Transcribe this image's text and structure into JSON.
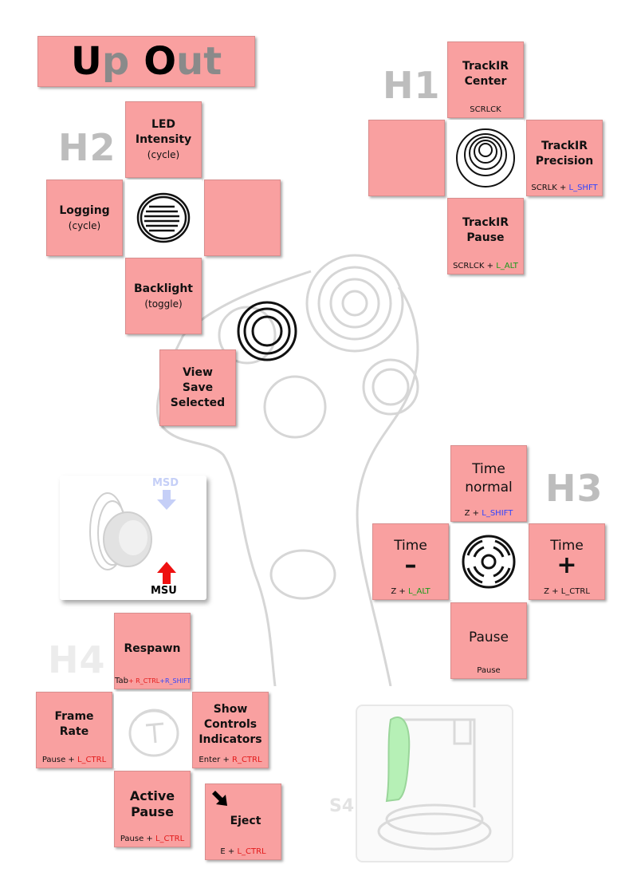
{
  "title": {
    "u": "U",
    "p": "p",
    "o": "O",
    "ut": "ut"
  },
  "hat_labels": {
    "h1": "H1",
    "h2": "H2",
    "h3": "H3",
    "h4": "H4",
    "s4": "S4"
  },
  "h1": {
    "up": {
      "name": "TrackIR Center",
      "key": "SCRLCK"
    },
    "right": {
      "name": "TrackIR Precision",
      "key_base": "SCRLK + ",
      "key_mod": "L_SHFT"
    },
    "down": {
      "name": "TrackIR Pause",
      "key_base": "SCRLCK + ",
      "key_mod": "L_ALT"
    }
  },
  "h2": {
    "up": {
      "name": "LED Intensity",
      "sub": "(cycle)"
    },
    "left": {
      "name": "Logging",
      "sub": "(cycle)"
    },
    "down": {
      "name": "Backlight",
      "sub": "(toggle)"
    }
  },
  "view_save": {
    "name": "View Save Selected"
  },
  "msd": {
    "top": "MSD",
    "bottom": "MSU"
  },
  "h3": {
    "up": {
      "name": "Time normal",
      "key_base": "Z + ",
      "key_mod": "L_SHIFT"
    },
    "left": {
      "name": "Time",
      "symbol": "–",
      "key_base": "Z + ",
      "key_mod": "L_ALT"
    },
    "right": {
      "name": "Time",
      "symbol": "+",
      "key_base": "Z + ",
      "key_mod": "L_CTRL"
    },
    "down": {
      "name": "Pause",
      "key": "Pause"
    }
  },
  "h4": {
    "up": {
      "name": "Respawn",
      "key_base": "Tab",
      "key_mod1": "+ R_CTRL",
      "key_mod2": "+R_SHIFT"
    },
    "left": {
      "name": "Frame Rate",
      "key_base": "Pause + ",
      "key_mod": "L_CTRL"
    },
    "right": {
      "name": "Show Controls Indicators",
      "key_base": "Enter + ",
      "key_mod": "R_CTRL"
    },
    "down": {
      "name": "Active Pause",
      "key_base": "Pause + ",
      "key_mod": "L_CTRL"
    }
  },
  "eject": {
    "name": "Eject",
    "key_base": "E + ",
    "key_mod": "L_CTRL",
    "icon": "arrow-down-right-icon"
  },
  "colors": {
    "tile": "#f9a0a0",
    "blue": "#2f44ff",
    "green": "#1a9a1a",
    "red": "#e31a1a"
  }
}
